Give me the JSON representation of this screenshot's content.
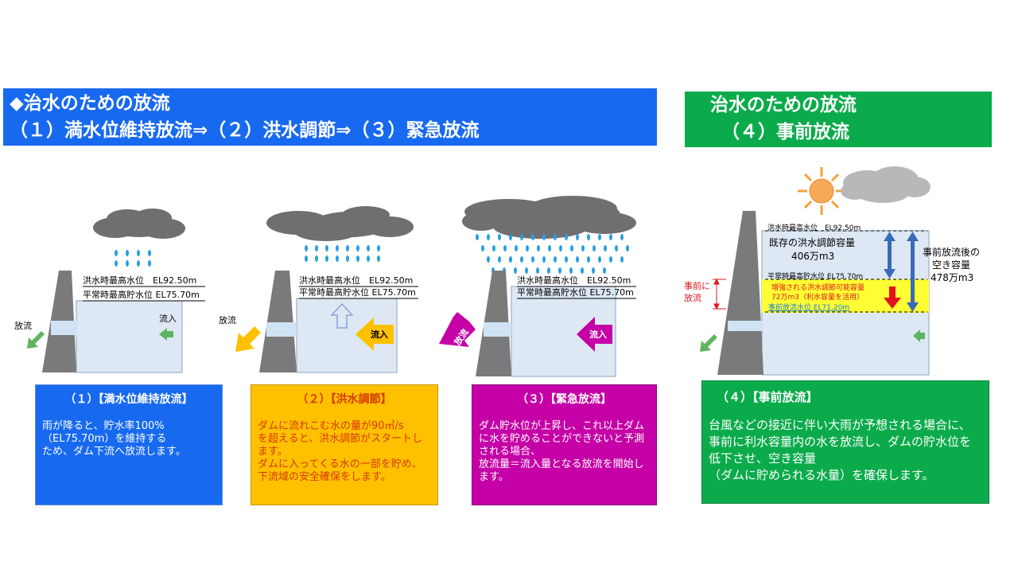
{
  "banner_left": {
    "line1": "◆治水のための放流",
    "line2": "（１）満水位維持放流⇒（２）洪水調節⇒（３）緊急放流"
  },
  "banner_right": {
    "line1": "治水のための放流",
    "line2": "（４）事前放流"
  },
  "panels": [
    {
      "hwl": "洪水時最高水位　EL92.50m",
      "nwl": "平常時最高貯水位 EL75.70m",
      "outflow": "放流",
      "inflow": "流入",
      "box_title": "（１）【満水位維持放流】",
      "box_body": "雨が降ると、貯水率100%\n（EL75.70m）を維持する\nため、ダム下流へ放流します。"
    },
    {
      "hwl": "洪水時最高水位　EL92.50m",
      "nwl": "平常時最高貯水位 EL75.70m",
      "outflow": "放流",
      "inflow": "流入",
      "box_title": "（２）【洪水調節】",
      "box_body": "ダムに流れこむ水の量が90㎥/s\nを超えると、洪水調節がスタートします。\nダムに入ってくる水の一部を貯め、下流域の安全確保をします。"
    },
    {
      "hwl": "洪水時最高水位　EL92.50m",
      "nwl": "平常時最高貯水位 EL75.70m",
      "outflow": "放流",
      "inflow": "流入",
      "box_title": "（３）【緊急放流】",
      "box_body": "ダム貯水位が上昇し、これ以上ダムに水を貯めることができないと予測される場合、\n放流量＝流入量となる放流を開始します。"
    }
  ],
  "panel4": {
    "hwl": "洪水時最高水位　EL92.50m",
    "nwl": "平常時最高貯水位 EL75.70m",
    "predischarge_level": "事前放流水位 EL71.20m",
    "existing_capacity_label": "既存の洪水調節容量",
    "existing_capacity_value": "406万m3",
    "increased_label": "増強される洪水調節可能容量",
    "increased_value": "72万m3（利水容量を活用）",
    "after_label_1": "事前放流後の",
    "after_label_2": "空き容量",
    "after_value": "478万m3",
    "advance_1": "事前に",
    "advance_2": "放流",
    "box_title": "（４）【事前放流】",
    "box_body": "台風などの接近に伴い大雨が予想される場合に、事前に利水容量内の水を放流し、ダムの貯水位を低下させ、空き容量\n（ダムに貯められる水量）を確保します。"
  },
  "colors": {
    "blue_banner": "#1769f0",
    "green_banner": "#0bab4b",
    "orange": "#ffc000",
    "magenta": "#c400a6",
    "water": "#dde8f4",
    "rain": "#2a9fe0"
  }
}
